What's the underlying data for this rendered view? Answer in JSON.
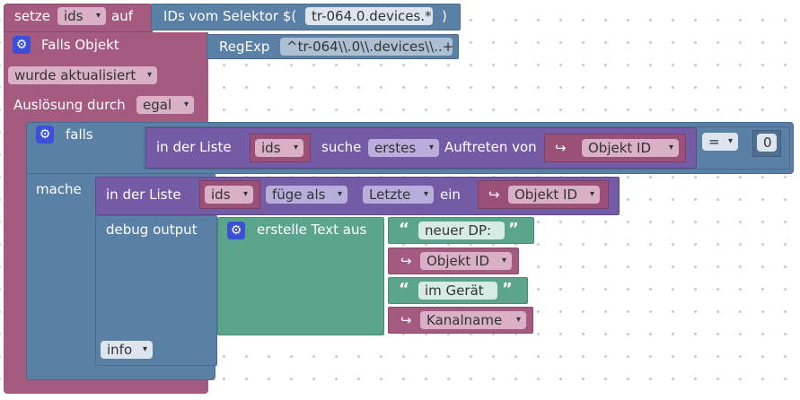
{
  "set_block": {
    "label_set": "setze",
    "var_name": "ids",
    "label_to": "auf",
    "selector_label": "IDs vom Selektor $(",
    "selector_value": "tr-064.0.devices.*",
    "selector_close": ")"
  },
  "trigger_block": {
    "label": "Falls Objekt",
    "regexp_label": "RegExp",
    "regexp_value": "^tr-064\\\\.0\\\\.devices\\\\..+",
    "mode_value": "wurde aktualisiert",
    "cause_label": "Auslösung durch",
    "cause_value": "egal"
  },
  "if_block": {
    "if_label": "falls",
    "do_label": "mache"
  },
  "condition": {
    "in_list_label": "in der Liste",
    "list_var": "ids",
    "find_label": "suche",
    "find_mode": "erstes",
    "occurrence_label": "Auftreten von",
    "object_id_label": "Objekt ID",
    "compare_op": "=",
    "compare_value": "0"
  },
  "list_add": {
    "in_list_label": "in der Liste",
    "list_var": "ids",
    "add_as_label": "füge als",
    "position_value": "Letzte",
    "one_label": "ein",
    "object_id_label": "Objekt ID"
  },
  "debug_block": {
    "label": "debug output",
    "level_value": "info",
    "create_text_label": "erstelle Text aus",
    "items": [
      {
        "type": "text",
        "value": "neuer DP:"
      },
      {
        "type": "var",
        "value": "Objekt ID"
      },
      {
        "type": "text",
        "value": "im Gerät"
      },
      {
        "type": "var",
        "value": "Kanalname"
      }
    ]
  },
  "icons": {
    "gear": "⚙",
    "arrow": "↪",
    "open_quote": "“",
    "close_quote": "”"
  }
}
